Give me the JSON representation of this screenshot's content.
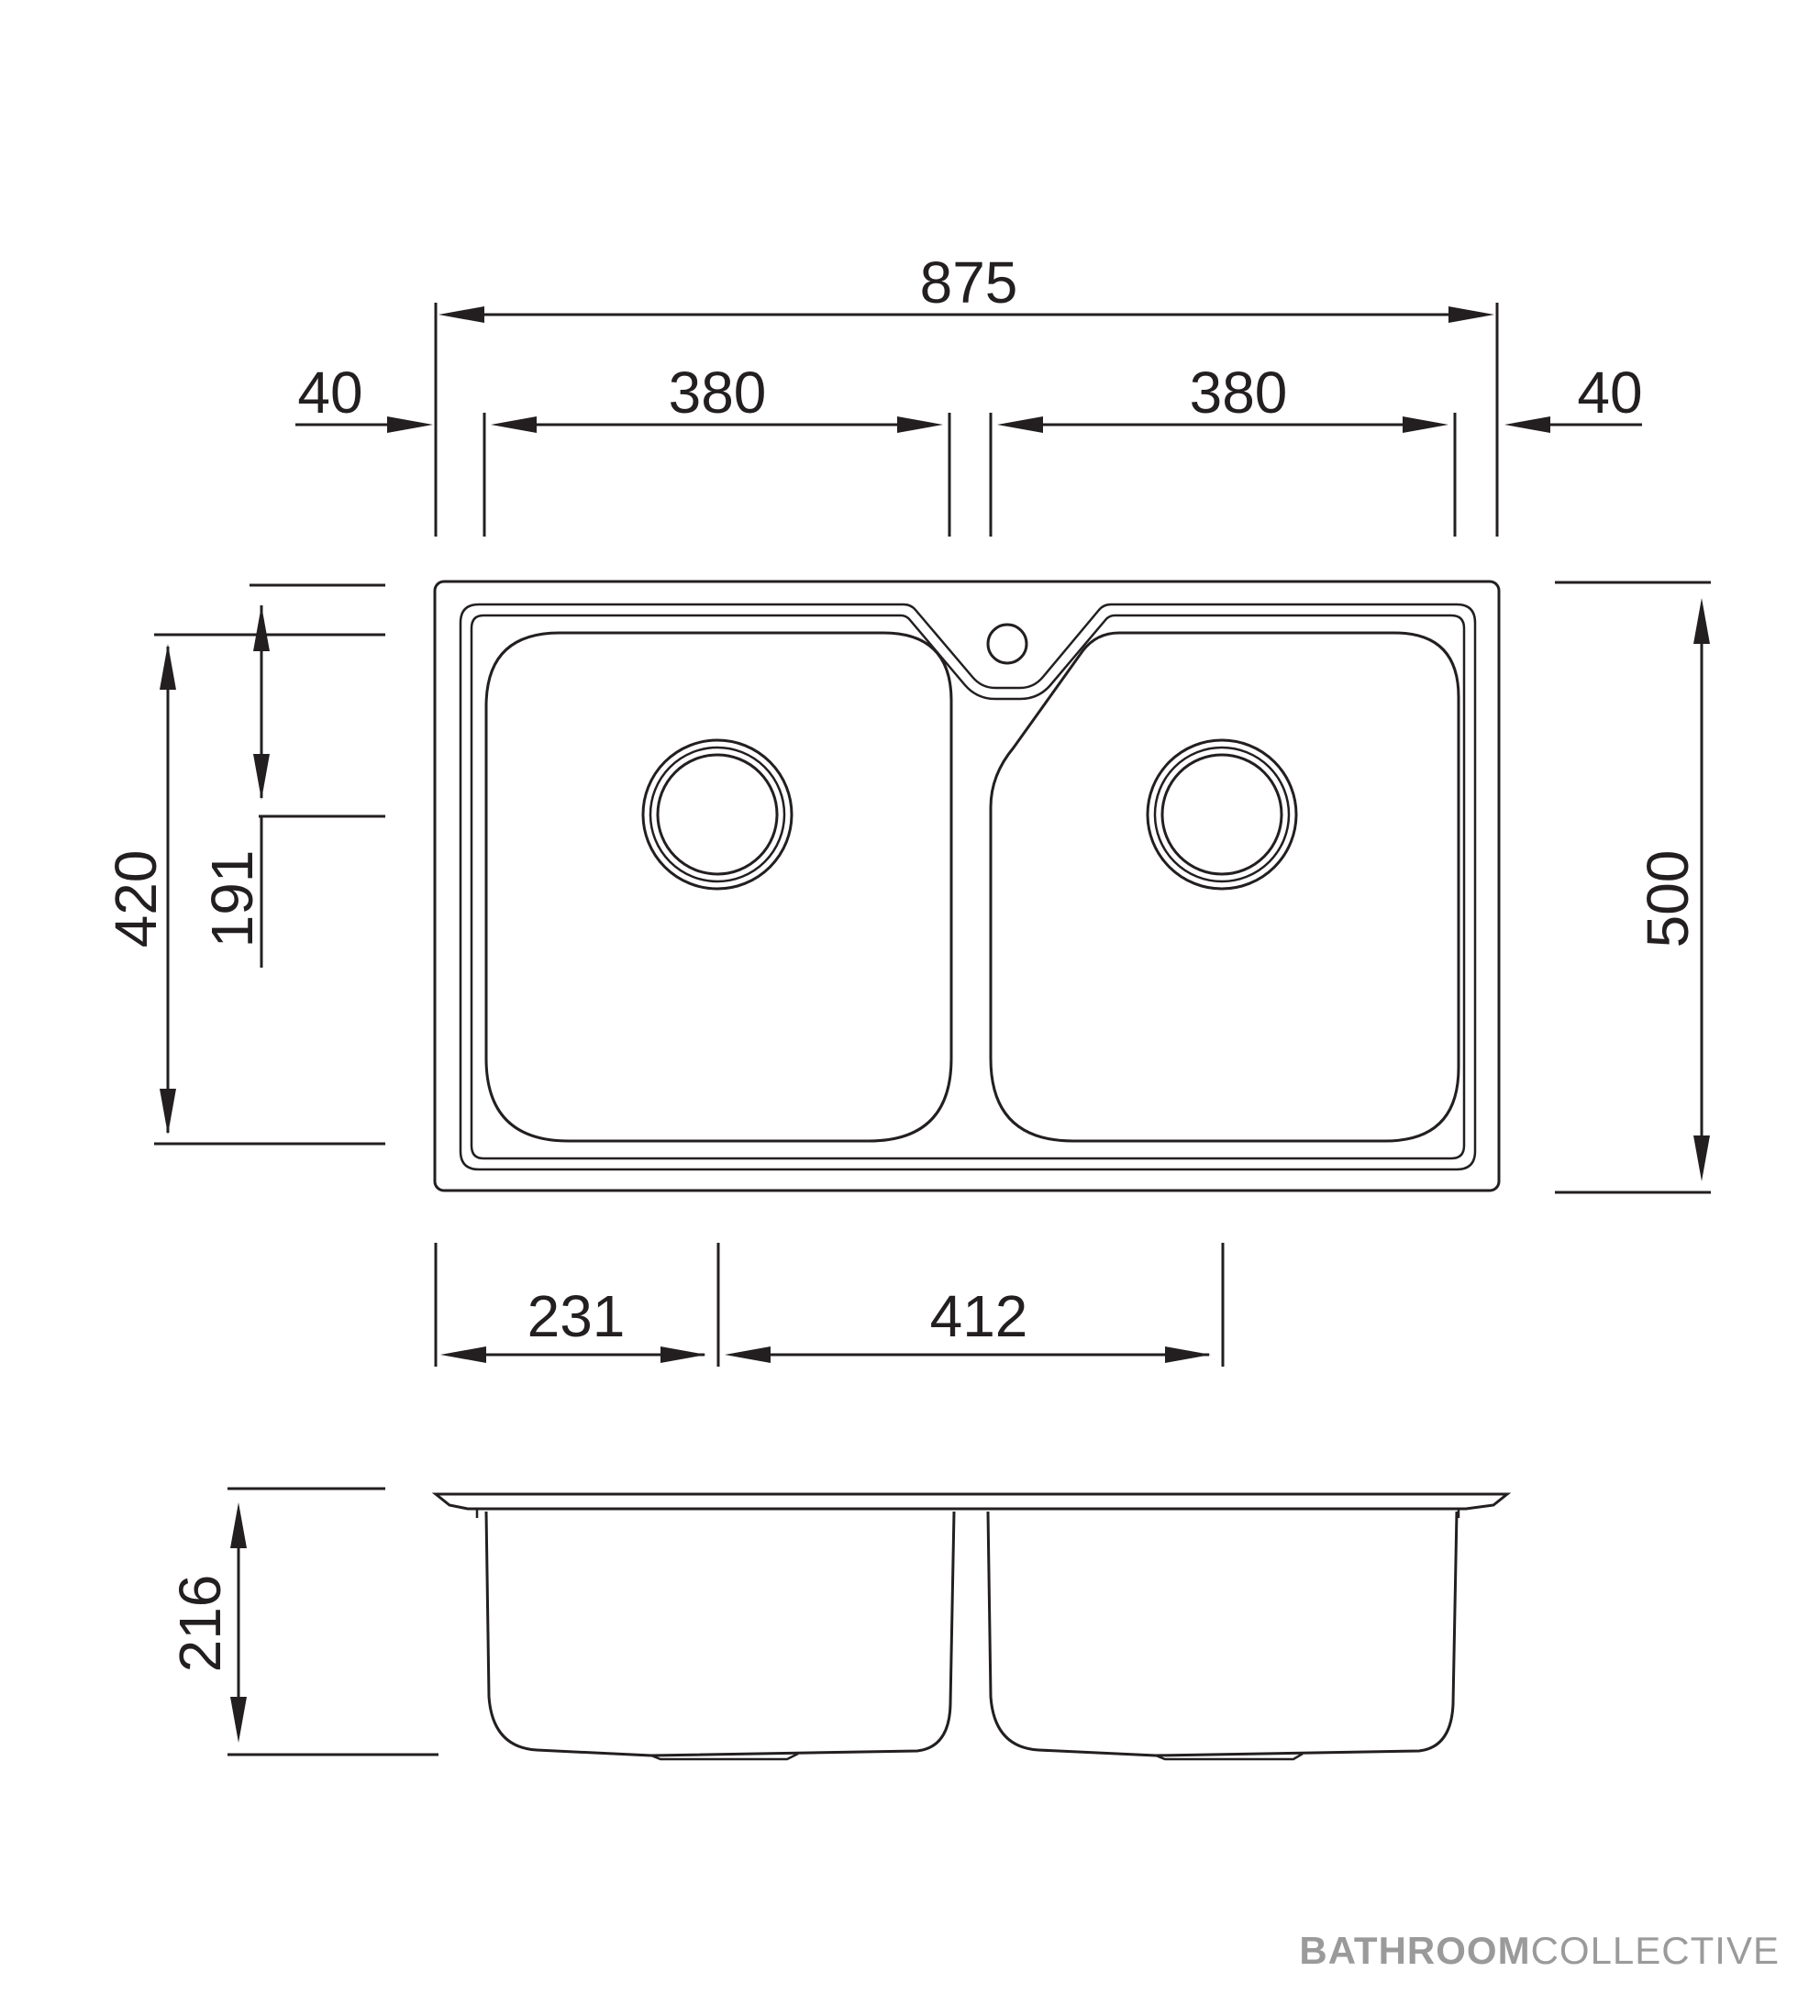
{
  "dimensions": {
    "overall_width": "875",
    "left_margin": "40",
    "left_bowl_width": "380",
    "right_bowl_width": "380",
    "right_margin": "40",
    "bowl_depth_y": "420",
    "waste_offset_y": "191",
    "overall_depth_y": "500",
    "left_waste_offset_x": "231",
    "waste_spacing_x": "412",
    "bowl_height": "216"
  },
  "brand": {
    "bold": "BATHROOM",
    "light": "COLLECTIVE"
  }
}
